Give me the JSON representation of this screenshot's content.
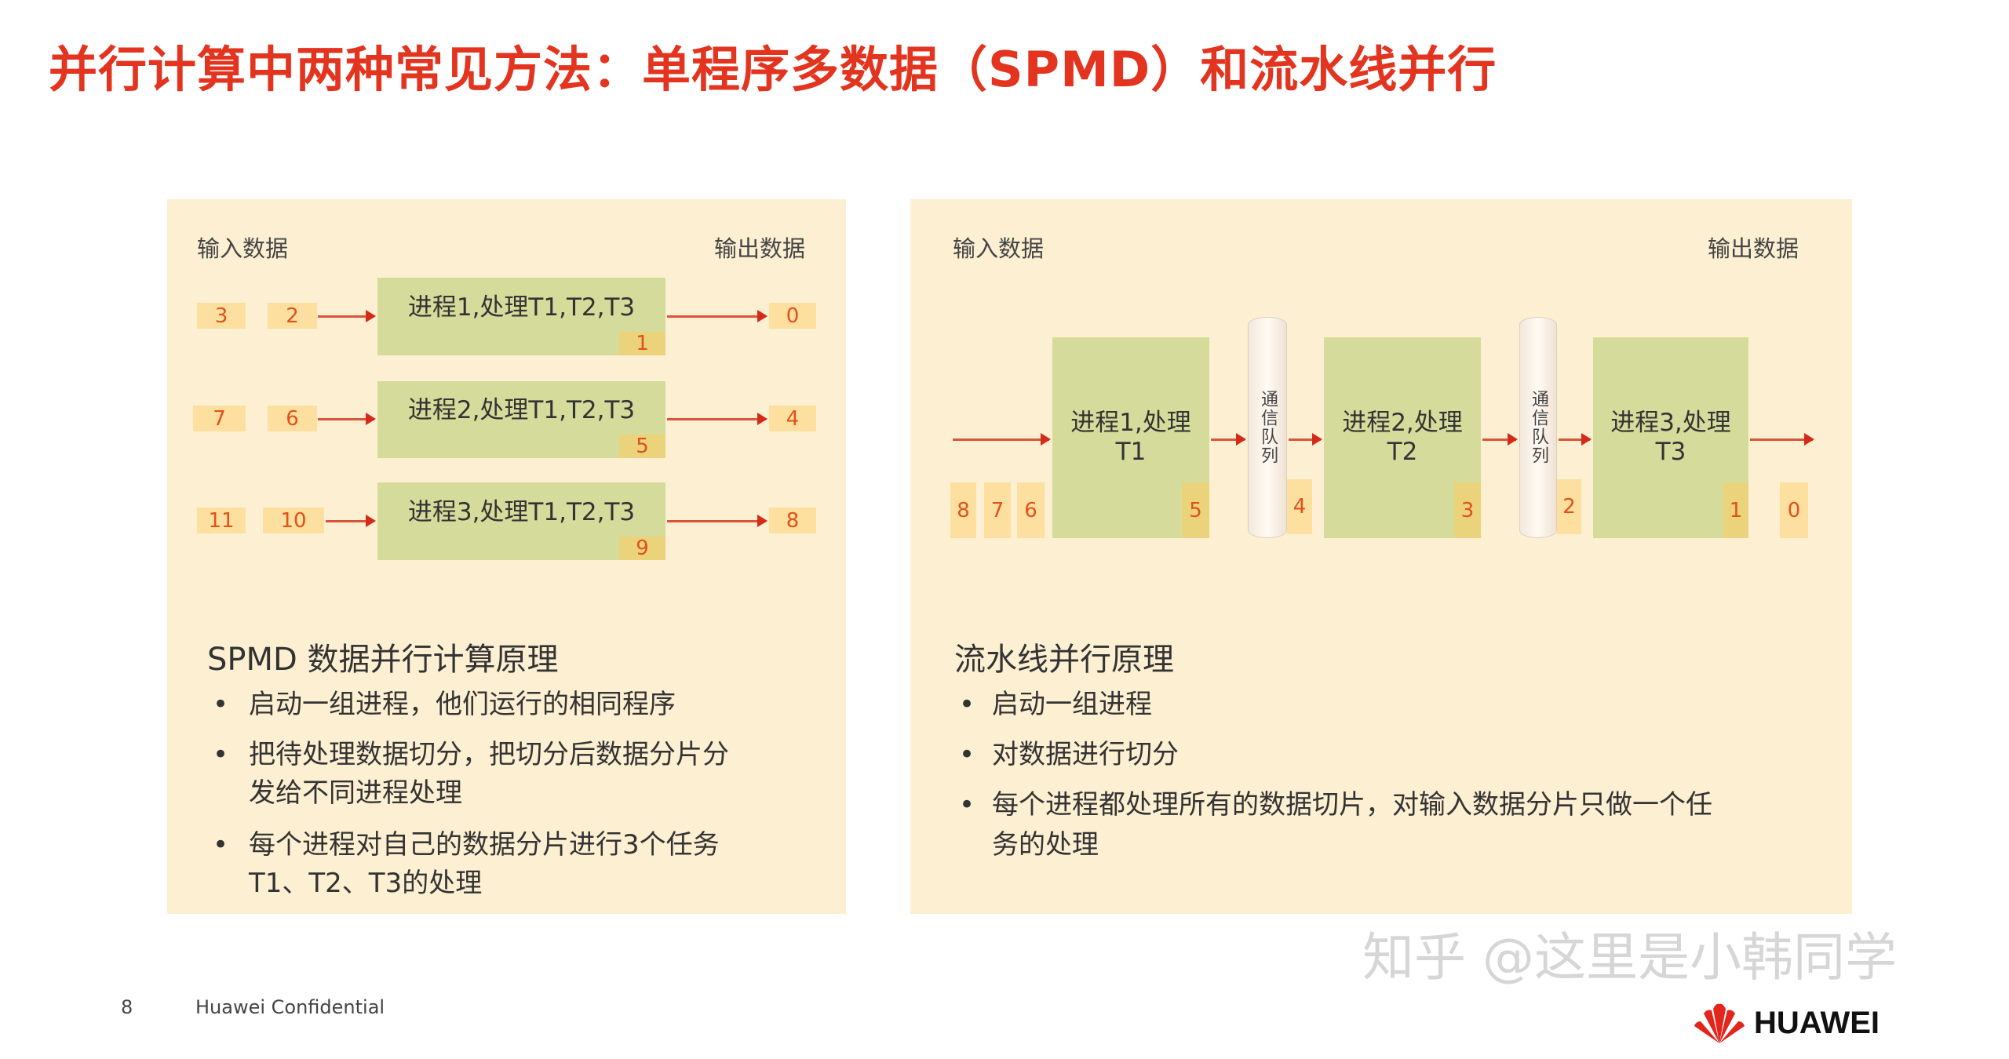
{
  "title": "并行计算中两种常见方法：单程序多数据（SPMD）和流水线并行",
  "spmd": {
    "input_label": "输入数据",
    "output_label": "输出数据",
    "rows": [
      {
        "inputs": [
          "3",
          "2"
        ],
        "process": "进程1,处理T1,T2,T3",
        "current": "1",
        "output": "0"
      },
      {
        "inputs": [
          "7",
          "6"
        ],
        "process": "进程2,处理T1,T2,T3",
        "current": "5",
        "output": "4"
      },
      {
        "inputs": [
          "11",
          "10"
        ],
        "process": "进程3,处理T1,T2,T3",
        "current": "9",
        "output": "8"
      }
    ],
    "heading": "SPMD 数据并行计算原理",
    "bullets": [
      "启动一组进程，他们运行的相同程序",
      "把待处理数据切分，把切分后数据分片分",
      "发给不同进程处理",
      "每个进程对自己的数据分片进行3个任务",
      "T1、T2、T3的处理"
    ]
  },
  "pipeline": {
    "input_label": "输入数据",
    "output_label": "输出数据",
    "inputs": [
      "8",
      "7",
      "6"
    ],
    "stages": [
      {
        "line1": "进程1,处理",
        "line2": "T1",
        "current": "5"
      },
      {
        "line1": "进程2,处理",
        "line2": "T2",
        "current": "3"
      },
      {
        "line1": "进程3,处理",
        "line2": "T3",
        "current": "1"
      }
    ],
    "queue_label": "通信队列",
    "queue_items": [
      "4",
      "2"
    ],
    "output": "0",
    "heading": "流水线并行原理",
    "bullets": [
      "启动一组进程",
      "对数据进行切分",
      "每个进程都处理所有的数据切片，对输入数据分片只做一个任",
      "务的处理"
    ]
  },
  "footer": {
    "page": "8",
    "confidential": "Huawei Confidential",
    "logo": "HUAWEI",
    "watermark": "知乎 @这里是小韩同学"
  },
  "colors": {
    "title": "#e3341f",
    "panel": "#fcefd2",
    "process": "#d5dc9b",
    "data": "#fde0a0",
    "arrow": "#d42a1a"
  }
}
